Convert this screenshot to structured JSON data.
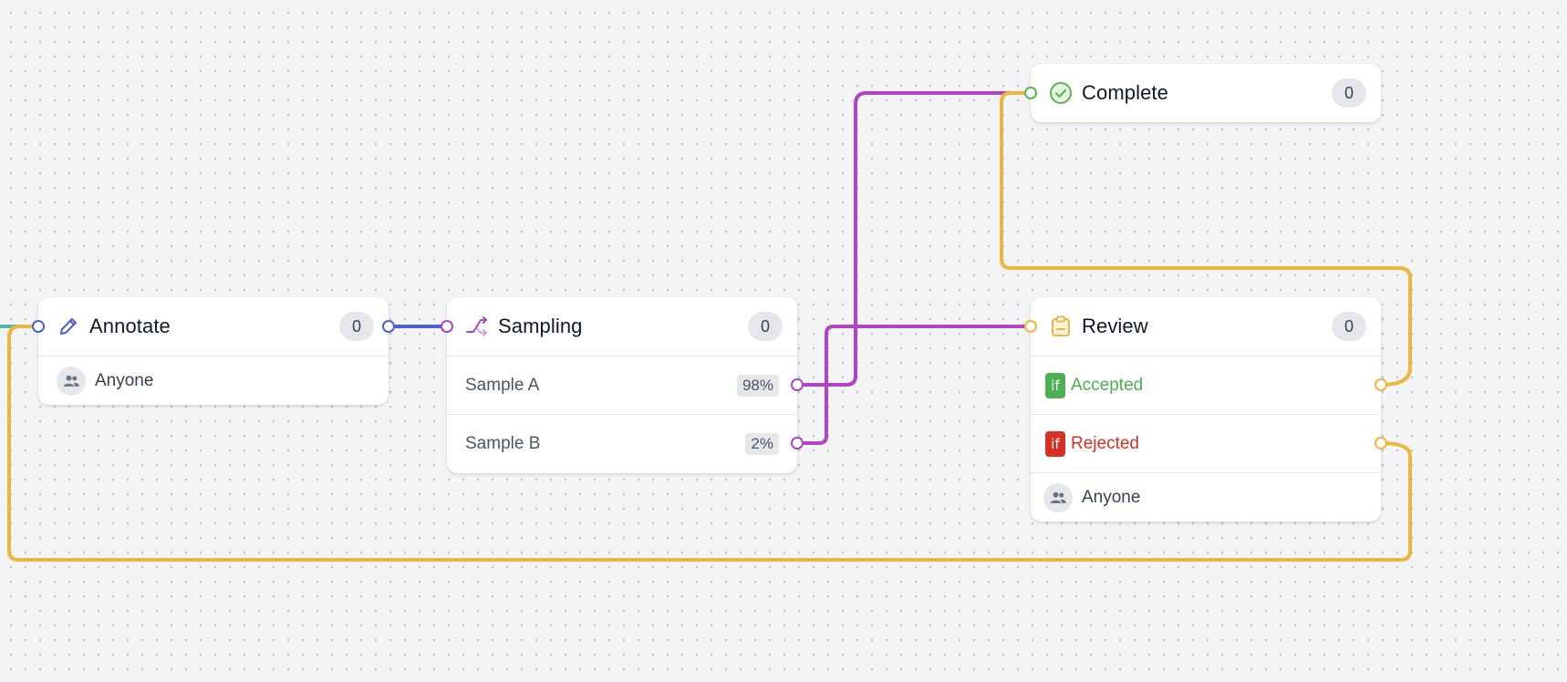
{
  "nodes": {
    "annotate": {
      "title": "Annotate",
      "count": "0",
      "icon": "pencil-icon",
      "assignee": "Anyone"
    },
    "sampling": {
      "title": "Sampling",
      "count": "0",
      "icon": "shuffle-icon",
      "samples": [
        {
          "label": "Sample A",
          "percent": "98%"
        },
        {
          "label": "Sample B",
          "percent": "2%"
        }
      ]
    },
    "complete": {
      "title": "Complete",
      "count": "0",
      "icon": "check-circle-icon"
    },
    "review": {
      "title": "Review",
      "count": "0",
      "icon": "clipboard-icon",
      "conditions": [
        {
          "badge": "if",
          "label": "Accepted",
          "color": "#4caf50"
        },
        {
          "badge": "if",
          "label": "Rejected",
          "color": "#d93025"
        }
      ],
      "assignee": "Anyone"
    }
  },
  "colors": {
    "annotate": "#4f5fcf",
    "sampling": "#b044c4",
    "review": "#ecb73c",
    "complete": "#5db352",
    "incoming": "#4fb8a8",
    "background": "#f3f4f6"
  }
}
